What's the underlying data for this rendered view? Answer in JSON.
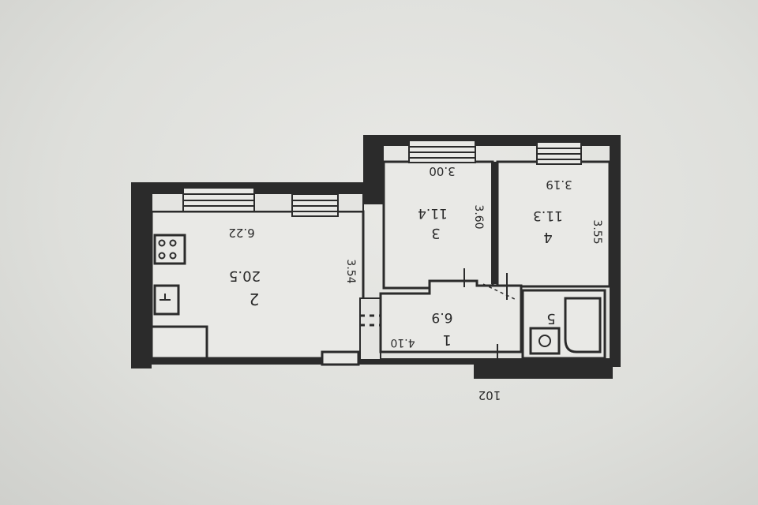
{
  "plan": {
    "rooms": [
      {
        "number": "2",
        "area": "20.5",
        "width": "6.22",
        "depth": "3.54"
      },
      {
        "number": "3",
        "area": "11.4",
        "width": "3.00",
        "depth": "3.60"
      },
      {
        "number": "4",
        "area": "11.3",
        "width": "3.19",
        "depth": "3.55"
      },
      {
        "number": "1",
        "area": "6.9",
        "width": "4.10"
      },
      {
        "number": "5"
      }
    ],
    "entrance_mark": "102"
  },
  "colors": {
    "paper": "#e2e3df",
    "ink": "#2b2b2b"
  }
}
